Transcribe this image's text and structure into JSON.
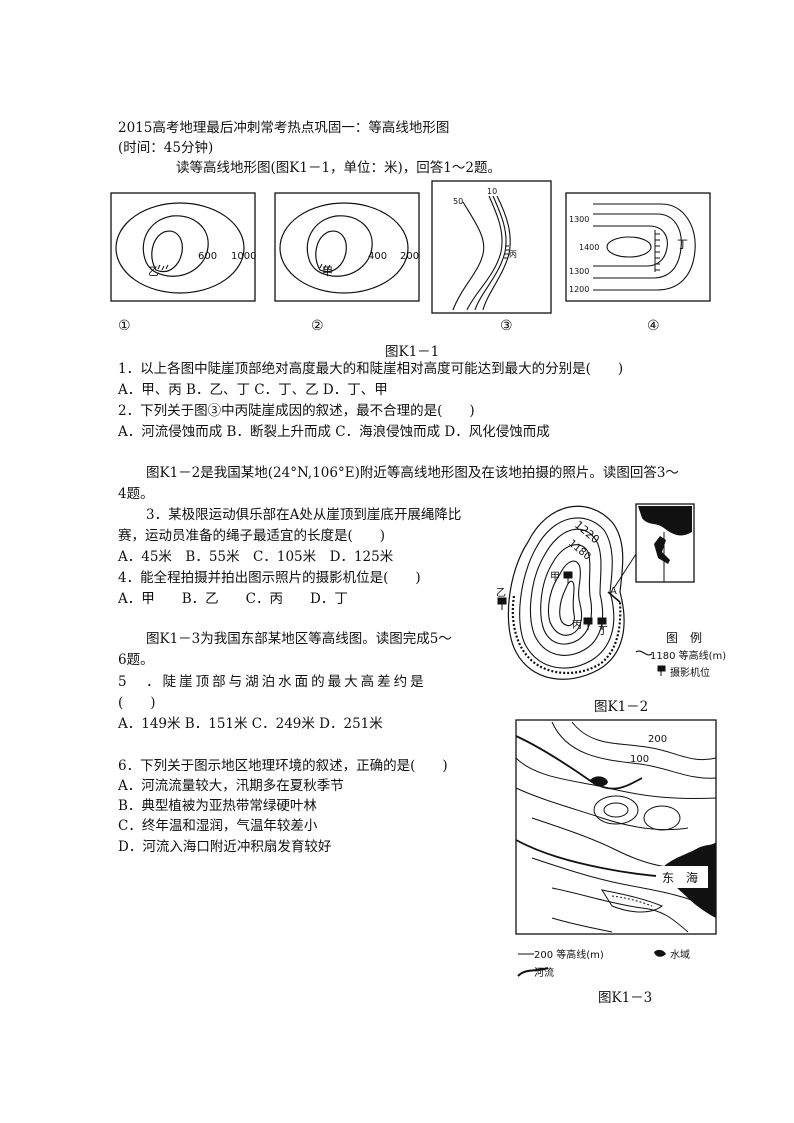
{
  "doc": {
    "title": "2015高考地理最后冲刺常考热点巩固一：等高线地形图",
    "time": "(时间：45分钟)",
    "intro1": "读等高线地形图(图K1－1，单位：米)，回答1～2题。"
  },
  "fig1": {
    "caption": "图K1－1",
    "panel_numbers": [
      "①",
      "②",
      "③",
      "④"
    ],
    "p1": {
      "labels": [
        "乙",
        "600",
        "1000"
      ]
    },
    "p2": {
      "labels": [
        "甲",
        "400",
        "200"
      ]
    },
    "p3": {
      "labels": [
        "50",
        "10",
        "丙"
      ]
    },
    "p4": {
      "labels": [
        "1300",
        "1400",
        "1300",
        "1200",
        "丁"
      ]
    }
  },
  "questions": {
    "q1": "1．以上各图中陡崖顶部绝对高度最大的和陡崖相对高度可能达到最大的分别是(　　)",
    "q1_opts": "A．甲、丙 B．乙、丁 C．丁、乙 D．丁、甲",
    "q2": "2．下列关于图③中丙陡崖成因的叙述，最不合理的是(　　)",
    "q2_opts": "A．河流侵蚀而成 B．断裂上升而成 C．海浪侵蚀而成 D．风化侵蚀而成",
    "intro2_a": "图K1－2是我国某地(24°N,106°E)附近等高线地形图及在该地拍摄的照片。读图回答3～",
    "intro2_b": "4题。",
    "q3_a": "3．某极限运动俱乐部在A处从崖顶到崖底开展绳降比",
    "q3_b": "赛，运动员准备的绳子最适宜的长度是(　　)",
    "q3_opts": "A．45米　B．55米　C．105米　D．125米",
    "q4": "4．能全程拍摄并拍出图示照片的摄影机位是(　　)",
    "q4_opts": "A．甲　　B．乙　　C．丙　　D．丁",
    "intro3_a": "图K1－3为我国东部某地区等高线图。读图完成5～",
    "intro3_b": "6题。",
    "q5_a": "5　．陡崖顶部与湖泊水面的最大高差约是",
    "q5_b": "(　　)",
    "q5_opts": "A．149米 B．151米 C．249米 D．251米",
    "q6": "6．下列关于图示地区地理环境的叙述，正确的是(　　)",
    "q6_a": "A．河流流量较大，汛期多在夏秋季节",
    "q6_b": "B．典型植被为亚热带常绿硬叶林",
    "q6_c": "C．终年温和湿润，气温年较差小",
    "q6_d": "D．河流入海口附近冲积扇发育较好"
  },
  "fig2": {
    "caption": "图K1－2",
    "labels": [
      "1220",
      "1180",
      "甲",
      "乙",
      "丙",
      "丁",
      "A"
    ],
    "legend_title": "图　例",
    "legend_contour": "1180 等高线(m)",
    "legend_camera": "摄影机位"
  },
  "fig3": {
    "caption": "图K1－3",
    "labels": [
      "200",
      "100",
      "东　海"
    ],
    "legend_contour": "200 等高线(m)",
    "legend_water": "水域",
    "legend_river": "河流"
  }
}
